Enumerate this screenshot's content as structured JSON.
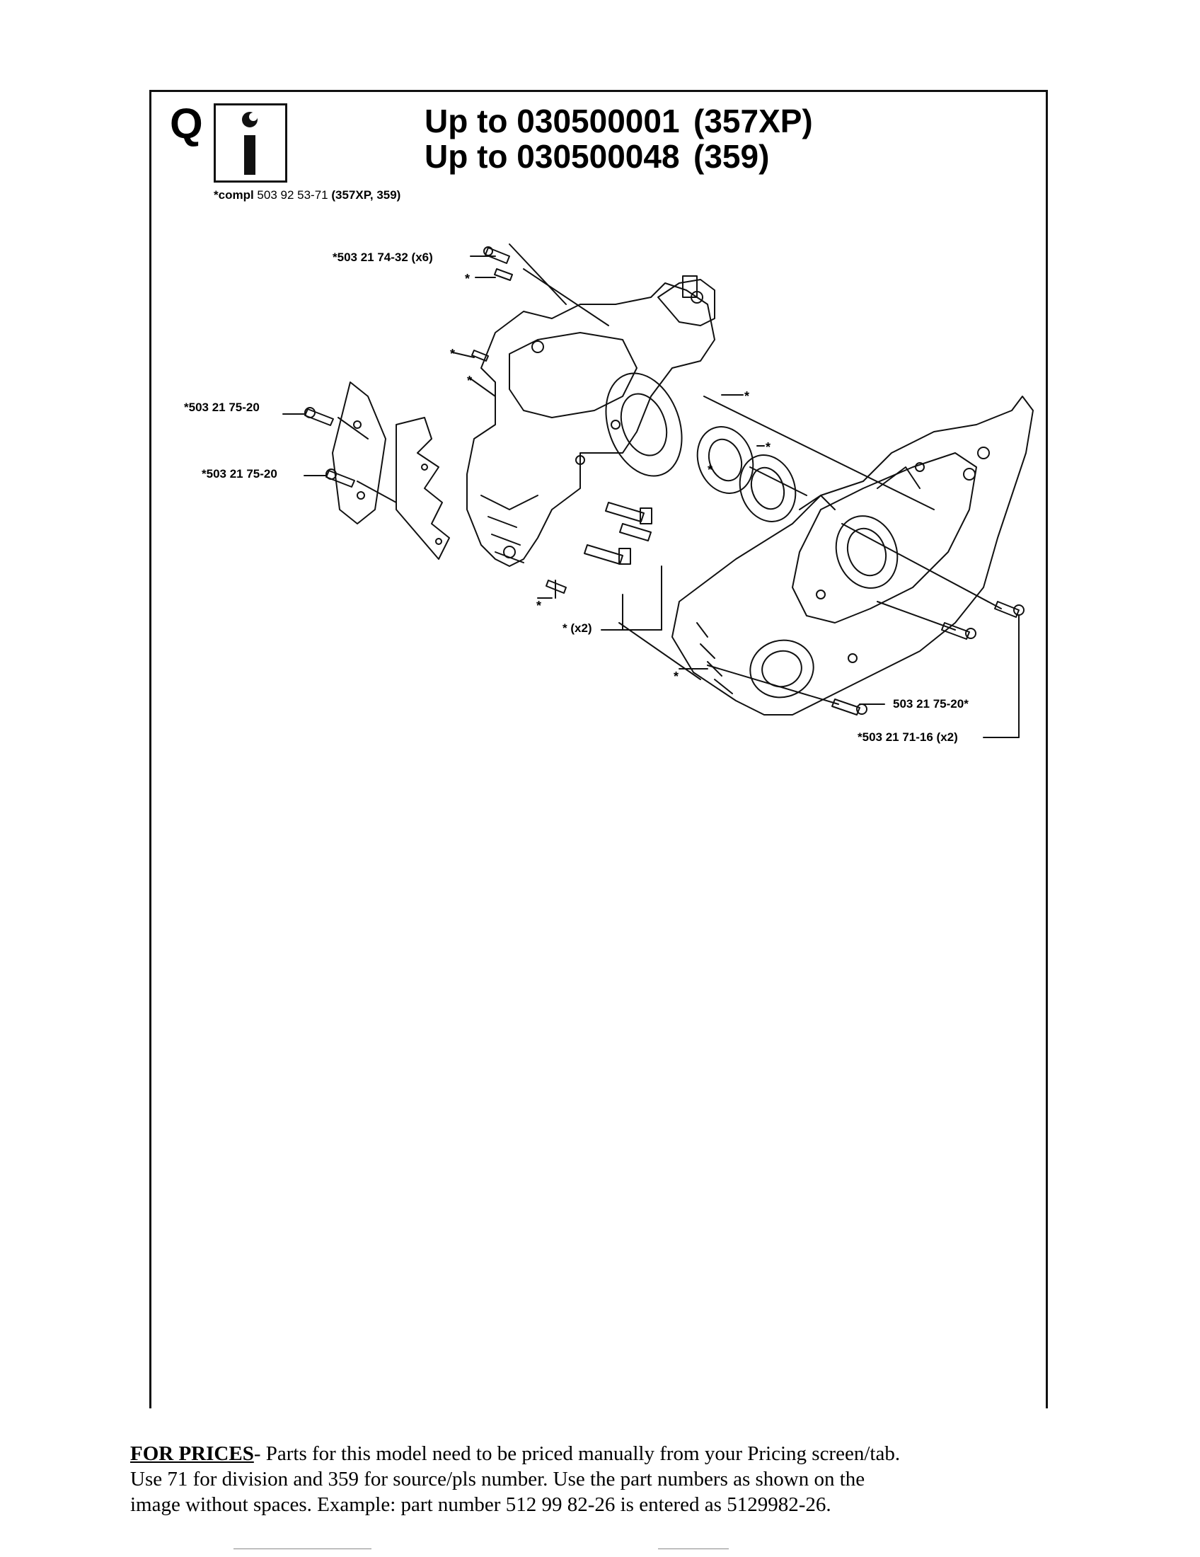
{
  "section": {
    "letter": "Q",
    "icon": "info-wrench-icon"
  },
  "title": {
    "line1_prefix": "Up to 030500001",
    "line1_model": "(357XP)",
    "line2_prefix": "Up to 030500048",
    "line2_model": "(359)"
  },
  "compl": {
    "prefix": "*compl",
    "part": "503 92 53-71",
    "models": "(357XP, 359)"
  },
  "callouts": {
    "screw_top": "*503 21 74-32 (x6)",
    "screw_left_upper": "*503 21 75-20",
    "screw_left_lower": "*503 21 75-20",
    "pins_x2": "* (x2)",
    "screw_right": "503 21 75-20*",
    "screw_right_x2": "*503 21 71-16 (x2)",
    "star": "*"
  },
  "footer": {
    "heading": "FOR PRICES",
    "line1": "- Parts for this model need to be priced manually from your Pricing screen/tab.",
    "line2": "Use 71 for division and 359 for source/pls number.  Use the part numbers as shown on the",
    "line3": "image without spaces.  Example: part number 512 99 82-26 is entered as 5129982-26."
  }
}
